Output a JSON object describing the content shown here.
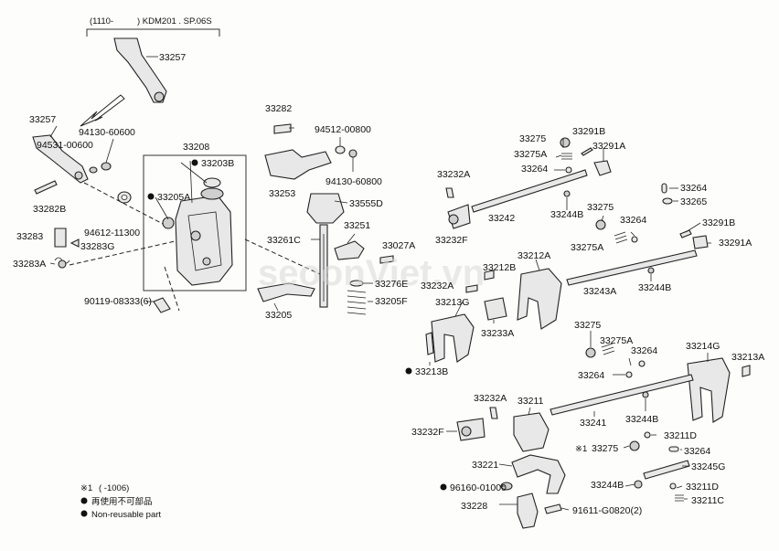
{
  "top_bracket": {
    "range": "(1110-",
    "model": ") KDM201 . SP.06S"
  },
  "part_labels": [
    {
      "id": "33257-top",
      "text": "33257"
    },
    {
      "id": "33257",
      "text": "33257"
    },
    {
      "id": "94531-00600",
      "text": "94531-00600"
    },
    {
      "id": "94130-60600",
      "text": "94130-60600"
    },
    {
      "id": "33282B",
      "text": "33282B"
    },
    {
      "id": "94612-11300",
      "text": "94612-11300"
    },
    {
      "id": "33283",
      "text": "33283"
    },
    {
      "id": "33283G",
      "text": "33283G"
    },
    {
      "id": "33283A",
      "text": "33283A"
    },
    {
      "id": "33208",
      "text": "33208"
    },
    {
      "id": "33203B",
      "text": "33203B",
      "nonreusable": true
    },
    {
      "id": "33205A",
      "text": "33205A",
      "nonreusable": true
    },
    {
      "id": "90119-08333",
      "text": "90119-08333(6)"
    },
    {
      "id": "33282",
      "text": "33282"
    },
    {
      "id": "94512-00800",
      "text": "94512-00800"
    },
    {
      "id": "94130-60800",
      "text": "94130-60800"
    },
    {
      "id": "33253",
      "text": "33253"
    },
    {
      "id": "33555D",
      "text": "33555D"
    },
    {
      "id": "33261C",
      "text": "33261C"
    },
    {
      "id": "33251",
      "text": "33251"
    },
    {
      "id": "33027A",
      "text": "33027A"
    },
    {
      "id": "33276E",
      "text": "33276E"
    },
    {
      "id": "33205F",
      "text": "33205F"
    },
    {
      "id": "33205",
      "text": "33205"
    },
    {
      "id": "33232A-top",
      "text": "33232A"
    },
    {
      "id": "33232F-top",
      "text": "33232F"
    },
    {
      "id": "33242",
      "text": "33242"
    },
    {
      "id": "33275-top",
      "text": "33275"
    },
    {
      "id": "33275A-top",
      "text": "33275A"
    },
    {
      "id": "33264-top",
      "text": "33264"
    },
    {
      "id": "33291B-top",
      "text": "33291B"
    },
    {
      "id": "33291A-top",
      "text": "33291A"
    },
    {
      "id": "33244B-top",
      "text": "33244B"
    },
    {
      "id": "33275-mid",
      "text": "33275"
    },
    {
      "id": "33264-mid",
      "text": "33264"
    },
    {
      "id": "33275A-mid",
      "text": "33275A"
    },
    {
      "id": "33264-right",
      "text": "33264"
    },
    {
      "id": "33265",
      "text": "33265"
    },
    {
      "id": "33291B-right",
      "text": "33291B"
    },
    {
      "id": "33291A-right",
      "text": "33291A"
    },
    {
      "id": "33212A",
      "text": "33212A"
    },
    {
      "id": "33212B",
      "text": "33212B"
    },
    {
      "id": "33232A-mid",
      "text": "33232A"
    },
    {
      "id": "33213G",
      "text": "33213G"
    },
    {
      "id": "33243A",
      "text": "33243A"
    },
    {
      "id": "33244B-mid",
      "text": "33244B"
    },
    {
      "id": "33233A",
      "text": "33233A"
    },
    {
      "id": "33213B",
      "text": "33213B",
      "nonreusable": true
    },
    {
      "id": "33275-low",
      "text": "33275"
    },
    {
      "id": "33275A-low",
      "text": "33275A"
    },
    {
      "id": "33264-low",
      "text": "33264"
    },
    {
      "id": "33264-low2",
      "text": "33264"
    },
    {
      "id": "33214G",
      "text": "33214G"
    },
    {
      "id": "33213A",
      "text": "33213A"
    },
    {
      "id": "33232A-low",
      "text": "33232A"
    },
    {
      "id": "33211",
      "text": "33211"
    },
    {
      "id": "33232F-low",
      "text": "33232F"
    },
    {
      "id": "33241",
      "text": "33241"
    },
    {
      "id": "33244B-low",
      "text": "33244B"
    },
    {
      "id": "33211D-top",
      "text": "33211D"
    },
    {
      "id": "33275-star",
      "text": "33275",
      "mark": "※1"
    },
    {
      "id": "33264-bottom",
      "text": "33264"
    },
    {
      "id": "33245G",
      "text": "33245G"
    },
    {
      "id": "33221",
      "text": "33221"
    },
    {
      "id": "96160-01000",
      "text": "96160-01000",
      "nonreusable": true
    },
    {
      "id": "33244B-bottom",
      "text": "33244B"
    },
    {
      "id": "33211D-bottom",
      "text": "33211D"
    },
    {
      "id": "33228",
      "text": "33228"
    },
    {
      "id": "91611-G0820",
      "text": "91611-G0820(2)"
    },
    {
      "id": "33211C",
      "text": "33211C"
    }
  ],
  "legend": {
    "note_mark": "※1",
    "note_range": "(     -1006)",
    "line_jp": "再使用不可部品",
    "line_en": "Non-reusable part"
  },
  "watermark": "seoonViet.vn"
}
